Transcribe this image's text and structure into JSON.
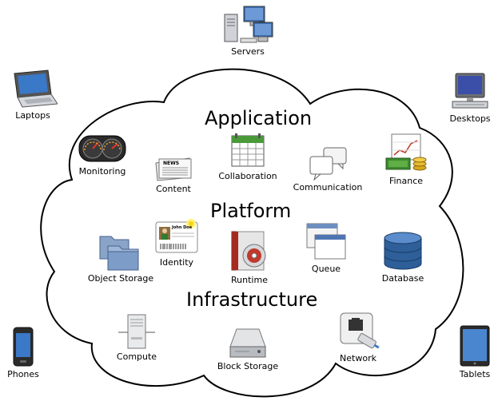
{
  "layers": {
    "application": "Application",
    "platform": "Platform",
    "infrastructure": "Infrastructure"
  },
  "clients": {
    "servers": "Servers",
    "laptops": "Laptops",
    "desktops": "Desktops",
    "phones": "Phones",
    "tablets": "Tablets"
  },
  "application_items": {
    "monitoring": "Monitoring",
    "content": "Content",
    "collaboration": "Collaboration",
    "communication": "Communication",
    "finance": "Finance"
  },
  "platform_items": {
    "identity": "Identity",
    "object_storage": "Object Storage",
    "runtime": "Runtime",
    "queue": "Queue",
    "database": "Database"
  },
  "infrastructure_items": {
    "compute": "Compute",
    "block_storage": "Block Storage",
    "network": "Network"
  },
  "icon_text": {
    "news": "NEWS",
    "badge_name": "John Doe"
  },
  "colors": {
    "cloud_stroke": "#000000",
    "screen_blue": "#3a6fb5",
    "database_blue": "#2e5f99",
    "calendar_green": "#4a9a3a",
    "money_green": "#3d8a2e",
    "coin_gold": "#d9a81e",
    "runtime_red": "#c0392b"
  }
}
